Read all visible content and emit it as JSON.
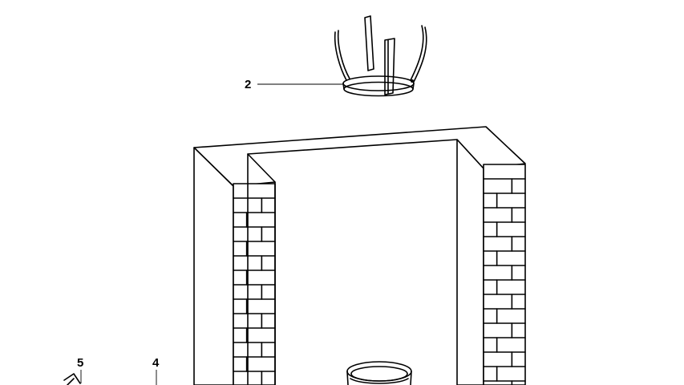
{
  "callouts": {
    "part_2": "2",
    "part_4": "4",
    "part_5": "5"
  },
  "line_color": "#000000",
  "background_color": "#ffffff"
}
